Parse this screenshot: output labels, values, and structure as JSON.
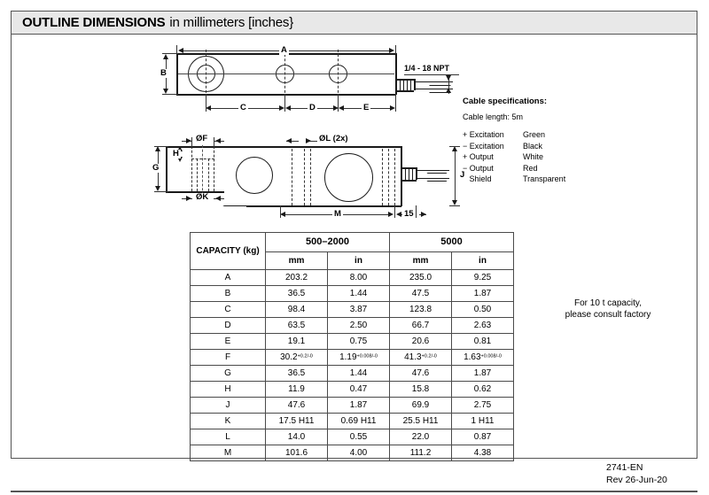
{
  "header": {
    "title_bold": "OUTLINE DIMENSIONS",
    "title_light": "in millimeters [inches}"
  },
  "drawing_top": {
    "dim_a": "A",
    "dim_b": "B",
    "dim_c": "C",
    "dim_d": "D",
    "dim_e": "E",
    "thread_note": "1/4 - 18 NPT"
  },
  "drawing_side": {
    "dim_f": "ØF",
    "dim_k": "ØK",
    "dim_l": "ØL (2x)",
    "dim_g": "G",
    "dim_h": "H",
    "dim_j": "J",
    "dim_m": "M",
    "dim_15": "15"
  },
  "cable": {
    "title": "Cable specifications:",
    "length": "Cable length: 5m",
    "wires": [
      {
        "signal": "+ Excitation",
        "color": "Green"
      },
      {
        "signal": "− Excitation",
        "color": "Black"
      },
      {
        "signal": "+ Output",
        "color": "White"
      },
      {
        "signal": "− Output",
        "color": "Red"
      },
      {
        "signal": "   Shield",
        "color": "Transparent"
      }
    ]
  },
  "table": {
    "capacity_header": "CAPACITY (kg)",
    "group_headers": [
      "500–2000",
      "5000"
    ],
    "unit_headers": [
      "mm",
      "in",
      "mm",
      "in"
    ],
    "rows": [
      {
        "label": "A",
        "mm1": "203.2",
        "mm1_sup": "",
        "in1": "8.00",
        "in1_sup": "",
        "mm2": "235.0",
        "mm2_sup": "",
        "in2": "9.25",
        "in2_sup": ""
      },
      {
        "label": "B",
        "mm1": "36.5",
        "mm1_sup": "",
        "in1": "1.44",
        "in1_sup": "",
        "mm2": "47.5",
        "mm2_sup": "",
        "in2": "1.87",
        "in2_sup": ""
      },
      {
        "label": "C",
        "mm1": "98.4",
        "mm1_sup": "",
        "in1": "3.87",
        "in1_sup": "",
        "mm2": "123.8",
        "mm2_sup": "",
        "in2": "0.50",
        "in2_sup": ""
      },
      {
        "label": "D",
        "mm1": "63.5",
        "mm1_sup": "",
        "in1": "2.50",
        "in1_sup": "",
        "mm2": "66.7",
        "mm2_sup": "",
        "in2": "2.63",
        "in2_sup": ""
      },
      {
        "label": "E",
        "mm1": "19.1",
        "mm1_sup": "",
        "in1": "0.75",
        "in1_sup": "",
        "mm2": "20.6",
        "mm2_sup": "",
        "in2": "0.81",
        "in2_sup": ""
      },
      {
        "label": "F",
        "mm1": "30.2",
        "mm1_sup": "+0.2/-0",
        "in1": "1.19",
        "in1_sup": "+0.008/-0",
        "mm2": "41.3",
        "mm2_sup": "+0.2/-0",
        "in2": "1.63",
        "in2_sup": "+0.008/-0"
      },
      {
        "label": "G",
        "mm1": "36.5",
        "mm1_sup": "",
        "in1": "1.44",
        "in1_sup": "",
        "mm2": "47.6",
        "mm2_sup": "",
        "in2": "1.87",
        "in2_sup": ""
      },
      {
        "label": "H",
        "mm1": "11.9",
        "mm1_sup": "",
        "in1": "0.47",
        "in1_sup": "",
        "mm2": "15.8",
        "mm2_sup": "",
        "in2": "0.62",
        "in2_sup": ""
      },
      {
        "label": "J",
        "mm1": "47.6",
        "mm1_sup": "",
        "in1": "1.87",
        "in1_sup": "",
        "mm2": "69.9",
        "mm2_sup": "",
        "in2": "2.75",
        "in2_sup": ""
      },
      {
        "label": "K",
        "mm1": "17.5 H11",
        "mm1_sup": "",
        "in1": "0.69 H11",
        "in1_sup": "",
        "mm2": "25.5 H11",
        "mm2_sup": "",
        "in2": "1 H11",
        "in2_sup": ""
      },
      {
        "label": "L",
        "mm1": "14.0",
        "mm1_sup": "",
        "in1": "0.55",
        "in1_sup": "",
        "mm2": "22.0",
        "mm2_sup": "",
        "in2": "0.87",
        "in2_sup": ""
      },
      {
        "label": "M",
        "mm1": "101.6",
        "mm1_sup": "",
        "in1": "4.00",
        "in1_sup": "",
        "mm2": "111.2",
        "mm2_sup": "",
        "in2": "4.38",
        "in2_sup": ""
      }
    ]
  },
  "side_note": {
    "line1": "For 10 t capacity,",
    "line2": "please consult factory"
  },
  "footer": {
    "doc_code": "2741-EN",
    "revision": "Rev 26-Jun-20"
  },
  "colors": {
    "frame_border": "#555555",
    "title_band": "#e8e8e8",
    "line": "#1a1a1a",
    "table_border": "#4a4a4a"
  }
}
